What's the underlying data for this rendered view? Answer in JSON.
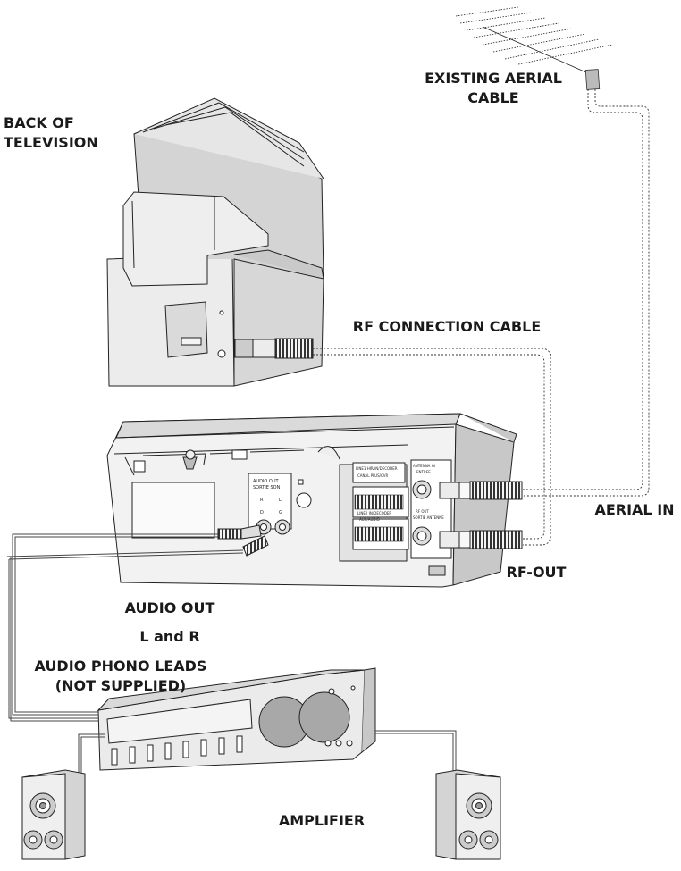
{
  "labels": {
    "existing_aerial_cable_line1": "EXISTING AERIAL",
    "existing_aerial_cable_line2": "CABLE",
    "back_of_television_line1": "BACK OF",
    "back_of_television_line2": "TELEVISION",
    "rf_connection_cable": "RF CONNECTION CABLE",
    "aerial_in": "AERIAL IN",
    "rf_out": "RF-OUT",
    "audio_out_line1": "AUDIO OUT",
    "audio_out_line2": "L and R",
    "audio_phono_leads_line1": "AUDIO PHONO LEADS",
    "audio_phono_leads_line2": "(NOT SUPPLIED)",
    "amplifier": "AMPLIFIER"
  },
  "vcr_panel": {
    "audio_out_title": "AUDIO OUT",
    "audio_out_sub": "SORTIE SON",
    "channel_r": "R",
    "channel_d": "D",
    "channel_l": "L",
    "channel_g": "G",
    "scart1_label": "LINE1 HIRAN/DECODER",
    "scart1_sub": "CANAL PLUS/CVR",
    "scart2_label": "LINE2 IN/DECODER",
    "scart2_sub": "AUX/AUDIO",
    "antenna_in_label": "ANTENNA IN",
    "antenna_in_sub": "ENTREE",
    "rf_out_label": "RF OUT",
    "rf_out_sub": "SORTIE ANTENNE"
  }
}
